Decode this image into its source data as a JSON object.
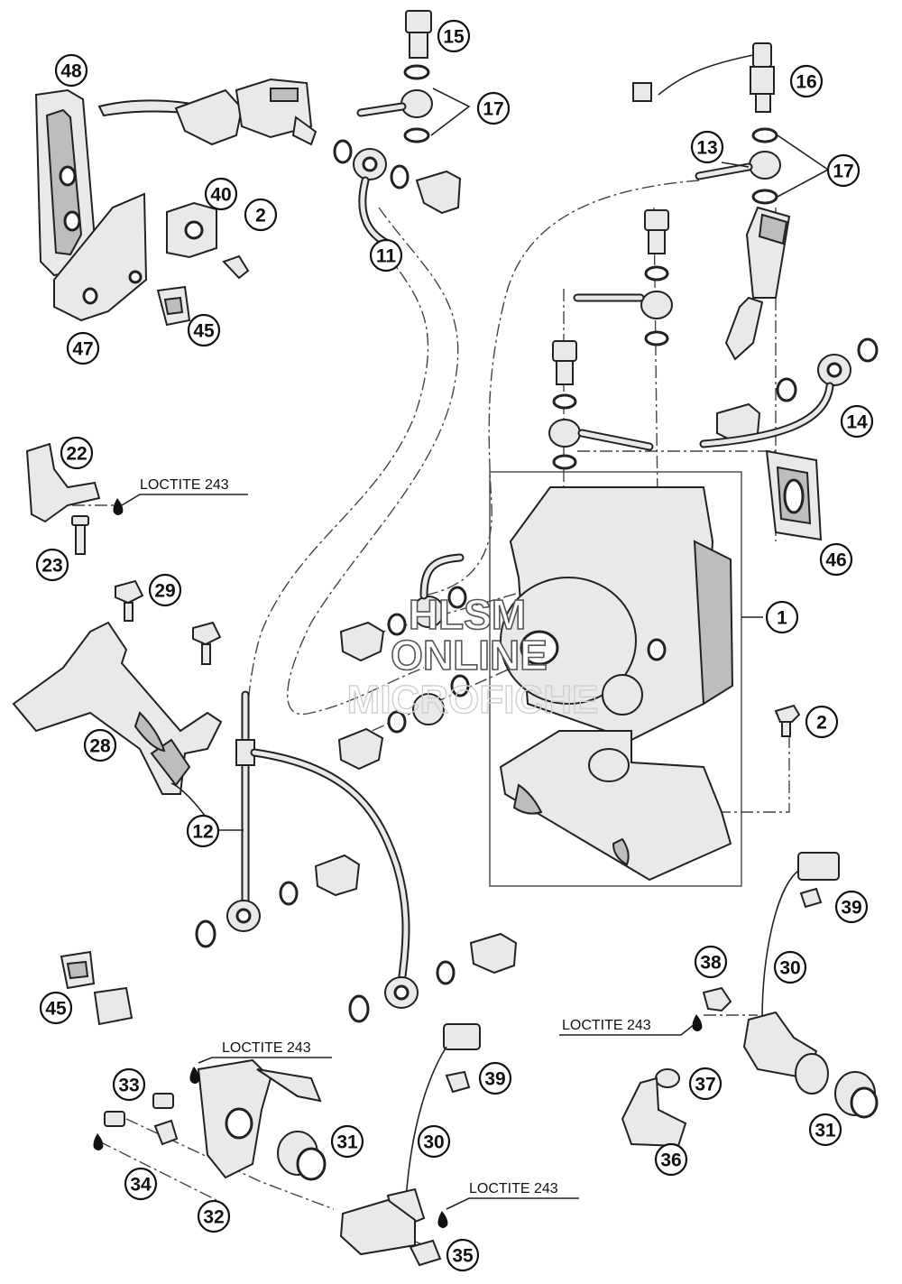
{
  "watermark": {
    "line1": "HLSM",
    "line2": "ONLINE",
    "line3": "MICROFICHE"
  },
  "loctite_label": "LOCTITE 243",
  "callouts": [
    {
      "id": "c48",
      "label": "48"
    },
    {
      "id": "c15",
      "label": "15"
    },
    {
      "id": "c17a",
      "label": "17"
    },
    {
      "id": "c16",
      "label": "16"
    },
    {
      "id": "c13",
      "label": "13"
    },
    {
      "id": "c17b",
      "label": "17"
    },
    {
      "id": "c40",
      "label": "40"
    },
    {
      "id": "c2a",
      "label": "2"
    },
    {
      "id": "c11",
      "label": "11"
    },
    {
      "id": "c45a",
      "label": "45"
    },
    {
      "id": "c47",
      "label": "47"
    },
    {
      "id": "c14",
      "label": "14"
    },
    {
      "id": "c22",
      "label": "22"
    },
    {
      "id": "c46",
      "label": "46"
    },
    {
      "id": "c23",
      "label": "23"
    },
    {
      "id": "c29",
      "label": "29"
    },
    {
      "id": "c1",
      "label": "1"
    },
    {
      "id": "c2b",
      "label": "2"
    },
    {
      "id": "c28",
      "label": "28"
    },
    {
      "id": "c12",
      "label": "12"
    },
    {
      "id": "c39a",
      "label": "39"
    },
    {
      "id": "c38",
      "label": "38"
    },
    {
      "id": "c30a",
      "label": "30"
    },
    {
      "id": "c45b",
      "label": "45"
    },
    {
      "id": "c37",
      "label": "37"
    },
    {
      "id": "c33",
      "label": "33"
    },
    {
      "id": "c39b",
      "label": "39"
    },
    {
      "id": "c31a",
      "label": "31"
    },
    {
      "id": "c30b",
      "label": "30"
    },
    {
      "id": "c36",
      "label": "36"
    },
    {
      "id": "c34",
      "label": "34"
    },
    {
      "id": "c32",
      "label": "32"
    },
    {
      "id": "c35",
      "label": "35"
    },
    {
      "id": "c31b",
      "label": "31"
    }
  ]
}
